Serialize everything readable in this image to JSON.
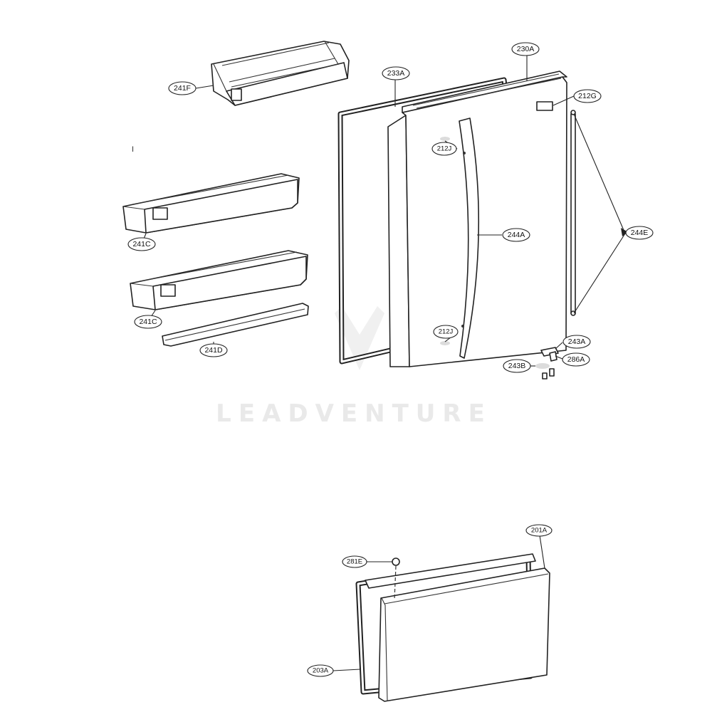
{
  "watermark": "LEADVENTURE",
  "stray_mark": "I",
  "callouts": {
    "c241F": "241F",
    "c233A": "233A",
    "c230A": "230A",
    "c212G": "212G",
    "c212J_top": "212J",
    "c244A": "244A",
    "c244E": "244E",
    "c241C_top": "241C",
    "c241C_bottom": "241C",
    "c241D": "241D",
    "c212J_bottom": "212J",
    "c243A": "243A",
    "c243B": "243B",
    "c286A": "286A",
    "c201A": "201A",
    "c281E": "281E",
    "c203A": "203A"
  }
}
